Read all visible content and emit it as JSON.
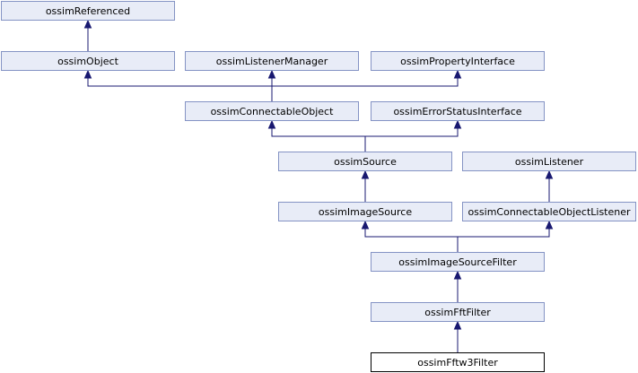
{
  "diagram": {
    "kind": "class-inheritance-graph",
    "colors": {
      "node_fill": "#e8ecf7",
      "node_border": "#8493c4",
      "highlight_fill": "#ffffff",
      "highlight_border": "#000000",
      "edge": "#191970",
      "text": "#000000"
    },
    "nodes": [
      {
        "id": "ossimReferenced",
        "label": "ossimReferenced"
      },
      {
        "id": "ossimObject",
        "label": "ossimObject"
      },
      {
        "id": "ossimListenerManager",
        "label": "ossimListenerManager"
      },
      {
        "id": "ossimPropertyInterface",
        "label": "ossimPropertyInterface"
      },
      {
        "id": "ossimConnectableObject",
        "label": "ossimConnectableObject"
      },
      {
        "id": "ossimErrorStatusInterface",
        "label": "ossimErrorStatusInterface"
      },
      {
        "id": "ossimSource",
        "label": "ossimSource"
      },
      {
        "id": "ossimListener",
        "label": "ossimListener"
      },
      {
        "id": "ossimImageSource",
        "label": "ossimImageSource"
      },
      {
        "id": "ossimConnectableObjectListener",
        "label": "ossimConnectableObjectListener"
      },
      {
        "id": "ossimImageSourceFilter",
        "label": "ossimImageSourceFilter"
      },
      {
        "id": "ossimFftFilter",
        "label": "ossimFftFilter"
      },
      {
        "id": "ossimFftw3Filter",
        "label": "ossimFftw3Filter",
        "highlight": true
      }
    ],
    "edges": [
      {
        "child": "ossimObject",
        "parent": "ossimReferenced"
      },
      {
        "child": "ossimConnectableObject",
        "parent": "ossimObject"
      },
      {
        "child": "ossimConnectableObject",
        "parent": "ossimListenerManager"
      },
      {
        "child": "ossimConnectableObject",
        "parent": "ossimPropertyInterface"
      },
      {
        "child": "ossimSource",
        "parent": "ossimConnectableObject"
      },
      {
        "child": "ossimSource",
        "parent": "ossimErrorStatusInterface"
      },
      {
        "child": "ossimImageSource",
        "parent": "ossimSource"
      },
      {
        "child": "ossimConnectableObjectListener",
        "parent": "ossimListener"
      },
      {
        "child": "ossimImageSourceFilter",
        "parent": "ossimImageSource"
      },
      {
        "child": "ossimImageSourceFilter",
        "parent": "ossimConnectableObjectListener"
      },
      {
        "child": "ossimFftFilter",
        "parent": "ossimImageSourceFilter"
      },
      {
        "child": "ossimFftw3Filter",
        "parent": "ossimFftFilter"
      }
    ]
  }
}
